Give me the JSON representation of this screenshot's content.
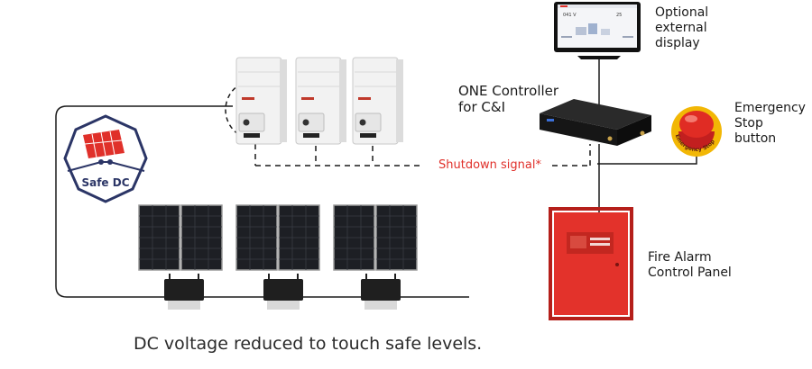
{
  "labels": {
    "one_controller": "ONE Controller\nfor C&I",
    "optional_display": "Optional\nexternal\ndisplay",
    "emergency_stop": "Emergency\nStop\nbutton",
    "fire_alarm": "Fire Alarm\nControl Panel",
    "shutdown_signal": "Shutdown signal*",
    "safe_dc": "Safe DC",
    "footer": "DC voltage reduced to touch safe levels."
  },
  "estop_ring_text": "Emergency Stop",
  "display_screen": {
    "left_value": "041 V",
    "right_value": "25"
  },
  "colors": {
    "signal_red": "#e0302a",
    "badge_navy": "#2b3566",
    "fire_panel_red": "#e3322b",
    "estop_yellow": "#f2b705"
  },
  "icons": [
    "safe-dc-badge-icon",
    "inverter-icon",
    "controller-icon",
    "display-icon",
    "emergency-stop-icon",
    "fire-alarm-panel-icon",
    "solar-panel-icon",
    "optimizer-icon"
  ]
}
